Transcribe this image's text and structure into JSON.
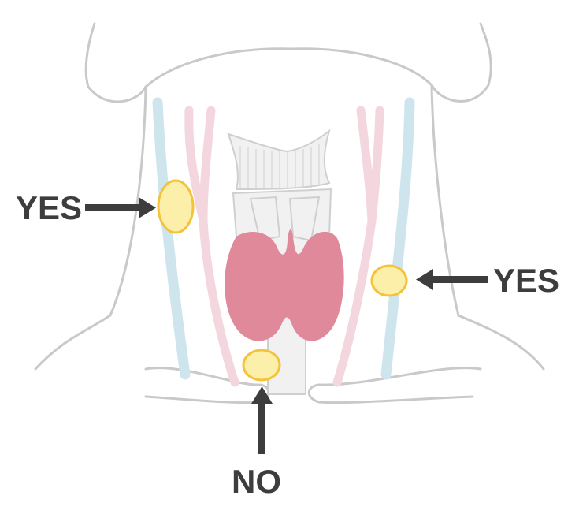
{
  "labels": {
    "left": "YES",
    "right": "YES",
    "bottom": "NO"
  },
  "colors": {
    "outline": "#c9c9c9",
    "vein": "#cfe5ee",
    "artery": "#f4d6df",
    "thyroid": "#e0899a",
    "trachea": "#f1f1f1",
    "trachea_stroke": "#cfcfcf",
    "node_fill": "#fcefa9",
    "node_stroke": "#f4c339",
    "arrow": "#3d3d3d",
    "text": "#3d3d3d"
  }
}
